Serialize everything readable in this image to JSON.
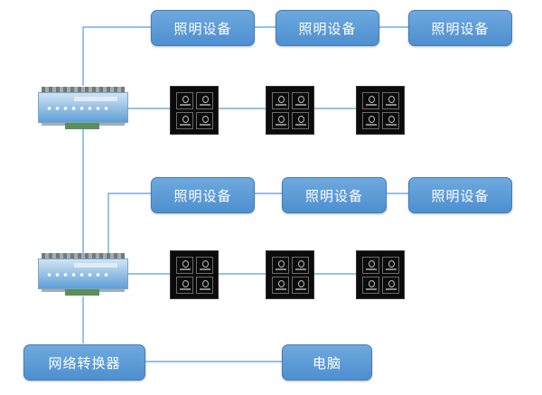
{
  "diagram": {
    "lighting_label": "照明设备",
    "network_converter": "网络转换器",
    "computer": "电脑"
  },
  "colors": {
    "box_fill": "#5b9bd5",
    "line": "#3f7dbd",
    "panel": "#0b0b0b"
  }
}
